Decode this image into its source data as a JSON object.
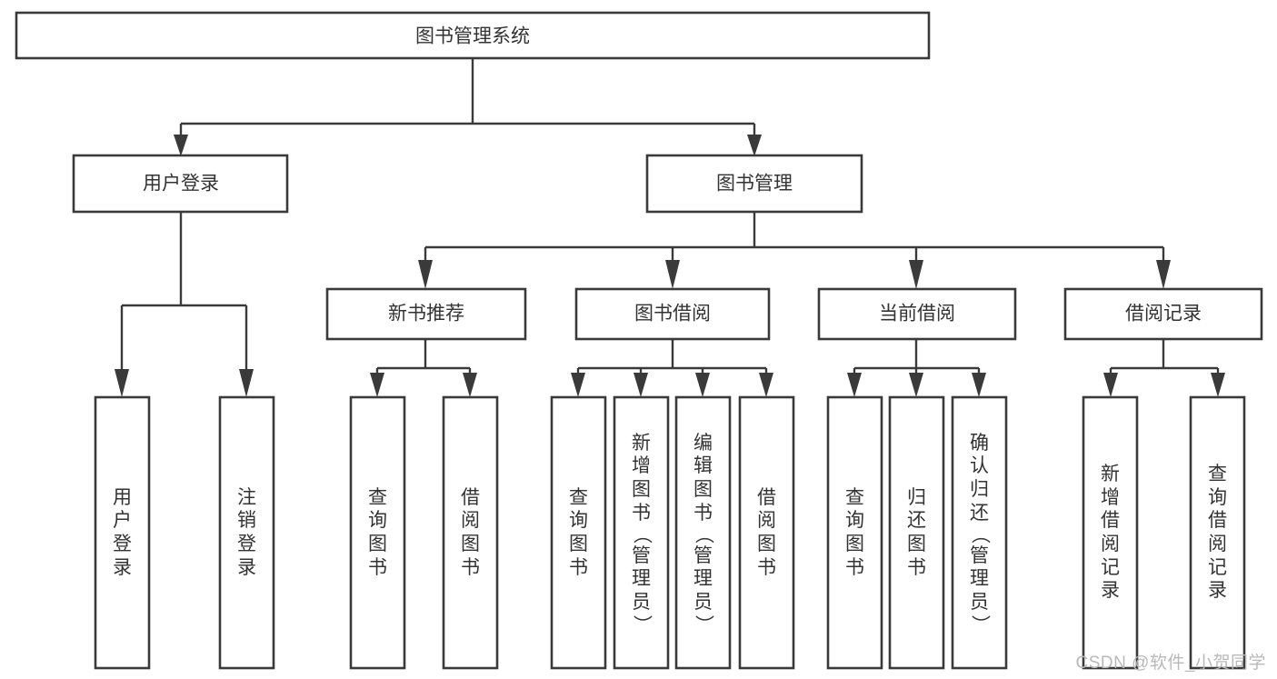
{
  "diagram": {
    "title": "图书管理系统",
    "type": "tree",
    "watermark": "CSDN @软件_小贺同学",
    "colors": {
      "box_border": "#3a3a3a",
      "box_fill": "#ffffff",
      "text": "#333333",
      "connector": "#3a3a3a",
      "watermark": "#b9b9b9",
      "background": "#ffffff"
    },
    "root": {
      "label": "图书管理系统"
    },
    "level2": [
      {
        "label": "用户登录"
      },
      {
        "label": "图书管理"
      }
    ],
    "level3": [
      {
        "label": "新书推荐"
      },
      {
        "label": "图书借阅"
      },
      {
        "label": "当前借阅"
      },
      {
        "label": "借阅记录"
      }
    ],
    "leaves": {
      "user_login": [
        {
          "label": "用户登录",
          "chars": [
            "用",
            "户",
            "登",
            "录"
          ]
        },
        {
          "label": "注销登录",
          "chars": [
            "注",
            "销",
            "登",
            "录"
          ]
        }
      ],
      "new_book_recommend": [
        {
          "label": "查询图书",
          "chars": [
            "查",
            "询",
            "图",
            "书"
          ]
        },
        {
          "label": "借阅图书",
          "chars": [
            "借",
            "阅",
            "图",
            "书"
          ]
        }
      ],
      "book_borrow": [
        {
          "label": "查询图书",
          "chars": [
            "查",
            "询",
            "图",
            "书"
          ]
        },
        {
          "label": "新增图书（管理员）",
          "chars": [
            "新",
            "增",
            "图",
            "书",
            "（",
            "管",
            "理",
            "员",
            "）"
          ]
        },
        {
          "label": "编辑图书（管理员）",
          "chars": [
            "编",
            "辑",
            "图",
            "书",
            "（",
            "管",
            "理",
            "员",
            "）"
          ]
        },
        {
          "label": "借阅图书",
          "chars": [
            "借",
            "阅",
            "图",
            "书"
          ]
        }
      ],
      "current_borrow": [
        {
          "label": "查询图书",
          "chars": [
            "查",
            "询",
            "图",
            "书"
          ]
        },
        {
          "label": "归还图书",
          "chars": [
            "归",
            "还",
            "图",
            "书"
          ]
        },
        {
          "label": "确认归还（管理员）",
          "chars": [
            "确",
            "认",
            "归",
            "还",
            "（",
            "管",
            "理",
            "员",
            "）"
          ]
        }
      ],
      "borrow_record": [
        {
          "label": "新增借阅记录",
          "chars": [
            "新",
            "增",
            "借",
            "阅",
            "记",
            "录"
          ]
        },
        {
          "label": "查询借阅记录",
          "chars": [
            "查",
            "询",
            "借",
            "阅",
            "记",
            "录"
          ]
        }
      ]
    }
  }
}
